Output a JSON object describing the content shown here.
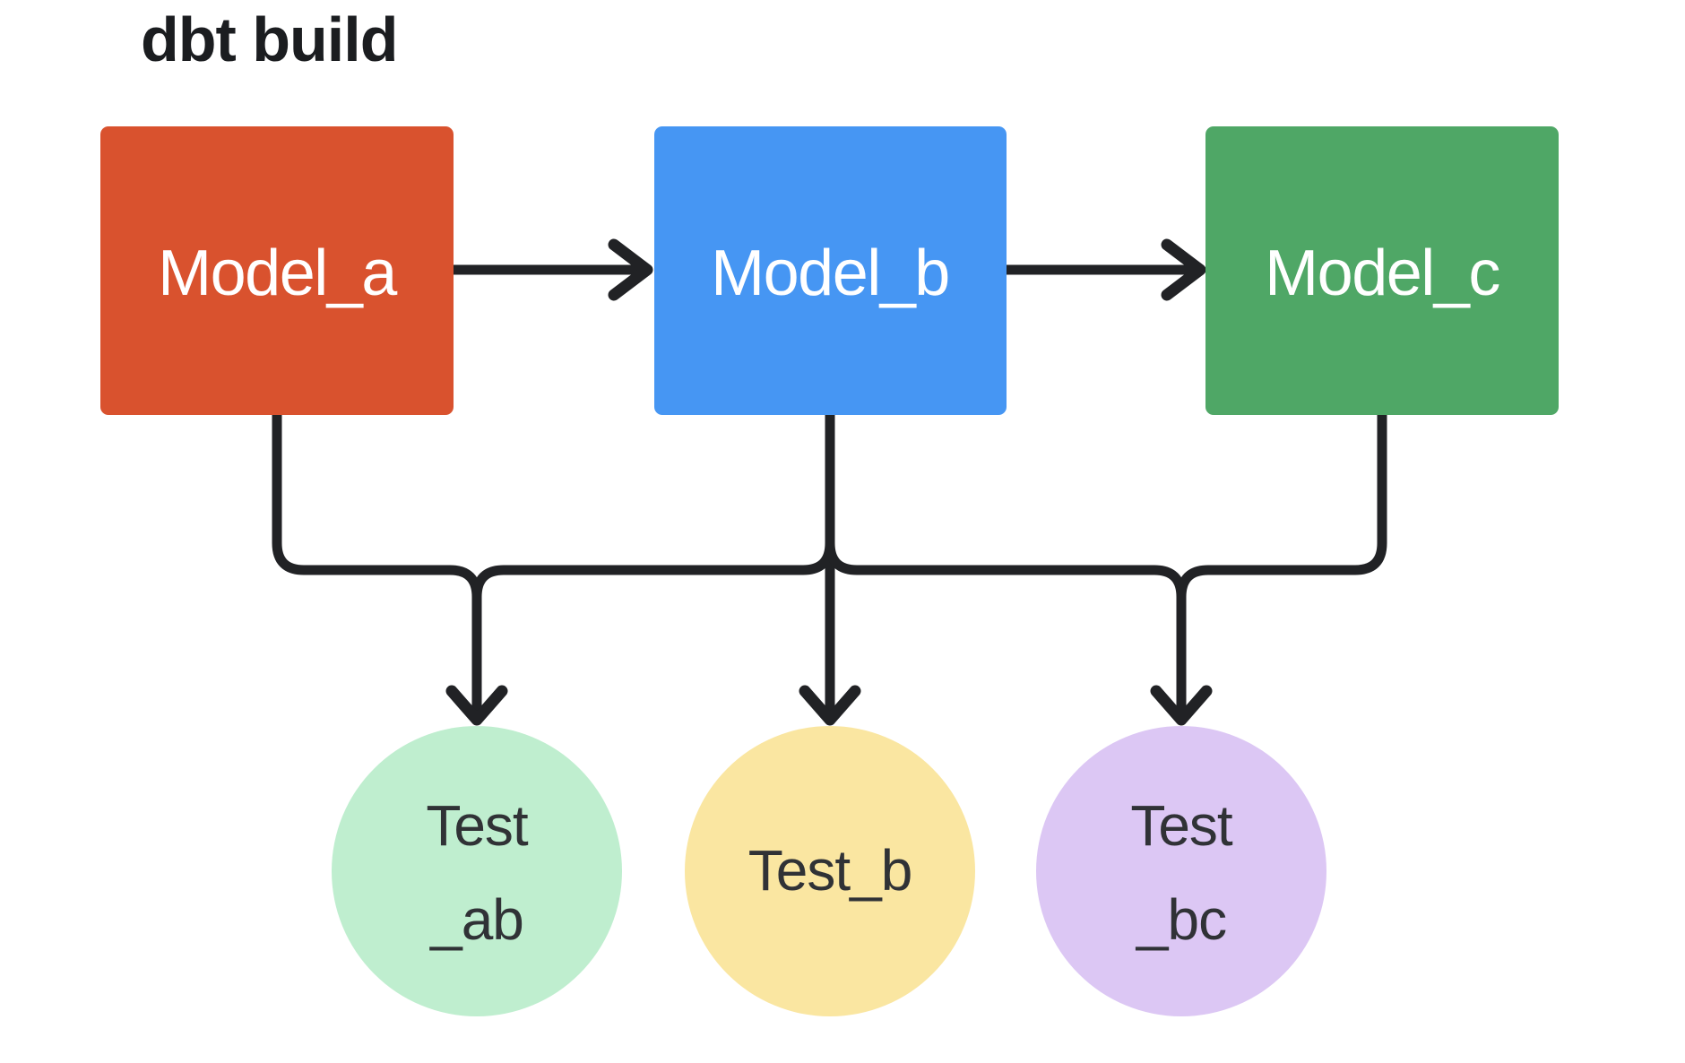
{
  "diagram": {
    "title": "dbt build",
    "colors": {
      "model_a": "#D9522E",
      "model_b": "#4696F3",
      "model_c": "#4FA766",
      "test_ab": "#BFEECF",
      "test_b": "#FAE6A1",
      "test_bc": "#DCC7F4",
      "edge": "#212225",
      "title_text": "#1B1D20",
      "model_text": "#FFFFFF",
      "test_text": "#303236",
      "background": "#FFFFFF"
    },
    "models": [
      {
        "id": "model_a",
        "label": "Model_a"
      },
      {
        "id": "model_b",
        "label": "Model_b"
      },
      {
        "id": "model_c",
        "label": "Model_c"
      }
    ],
    "tests": [
      {
        "id": "test_ab",
        "label": "Test _ab",
        "lines": [
          "Test",
          "_ab"
        ]
      },
      {
        "id": "test_b",
        "label": "Test_b",
        "lines": [
          "Test_b"
        ]
      },
      {
        "id": "test_bc",
        "label": "Test _bc",
        "lines": [
          "Test",
          "_bc"
        ]
      }
    ],
    "edges": [
      {
        "from": "Model_a",
        "to": "Model_b"
      },
      {
        "from": "Model_b",
        "to": "Model_c"
      },
      {
        "from": "Model_a",
        "to": "Test _ab"
      },
      {
        "from": "Model_b",
        "to": "Test _ab"
      },
      {
        "from": "Model_b",
        "to": "Test_b"
      },
      {
        "from": "Model_b",
        "to": "Test _bc"
      },
      {
        "from": "Model_c",
        "to": "Test _bc"
      }
    ]
  }
}
